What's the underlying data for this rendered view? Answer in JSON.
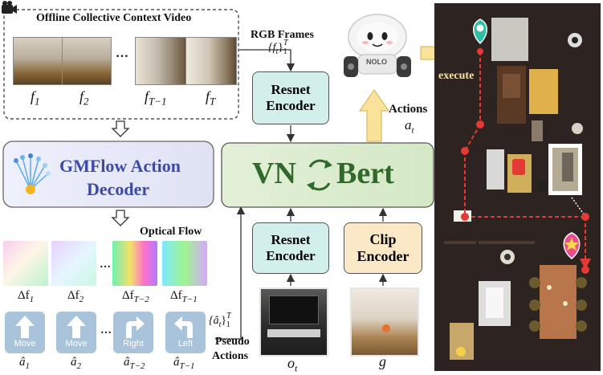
{
  "video_title": "Offline Collective Context Video",
  "frame_labels": [
    "f",
    "f",
    "f",
    "f"
  ],
  "frame_subs": [
    "1",
    "2",
    "T−1",
    "T"
  ],
  "ellipsis": "…",
  "rgb_frames_label": "RGB Frames",
  "rgb_frames_set": "{f",
  "rgb_frames_set_sub": "t",
  "rgb_frames_set_close": "}",
  "rgb_frames_set_sup": "T",
  "rgb_frames_set_low": "1",
  "decoder_label_line1": "GMFlow Action",
  "decoder_label_line2": "Decoder",
  "optical_flow_label": "Optical Flow",
  "flow_labels": [
    "Δf",
    "Δf",
    "Δf",
    "Δf"
  ],
  "flow_subs": [
    "1",
    "2",
    "T−2",
    "T−1"
  ],
  "pseudo_actions_line1": "Pseudo",
  "pseudo_actions_line2": "Actions",
  "pseudo_set": "{â",
  "pseudo_set_sub": "t",
  "pseudo_set_close": "}",
  "pseudo_set_sup": "T",
  "pseudo_set_low": "1",
  "action_buttons": [
    "Move",
    "Move",
    "Right",
    "Left"
  ],
  "action_symbols": [
    "â",
    "â",
    "â",
    "â"
  ],
  "action_subs": [
    "1",
    "2",
    "T−2",
    "T−1"
  ],
  "resnet_encoder_top": "Resnet Encoder",
  "resnet_encoder_bottom": "Resnet Encoder",
  "clip_encoder": "Clip Encoder",
  "vn_bert_left": "VN",
  "vn_bert_right": "Bert",
  "actions_label": "Actions",
  "actions_symbol": "a",
  "actions_sub": "t",
  "robot_badge": "NOLO",
  "execute_label": "execute",
  "obs_symbol": "o",
  "obs_sub": "t",
  "goal_symbol": "g",
  "colors": {
    "teal_box": "#d2efeb",
    "clip_box": "#fbe8c6",
    "vnbert_box": "#ddecd2",
    "decoder_box": "#e4e6f6",
    "decoder_text": "#3d4aa8",
    "vnbert_text": "#2f6a2a",
    "action_button": "#a8c3da",
    "yellow_arrow": "#f9e39a",
    "path_red": "#e53935",
    "pin_teal": "#2bbfa5",
    "pin_pink": "#ea4d8f"
  },
  "icons": [
    "camera-icon",
    "refresh-cycle-icon",
    "arrow-up-icon",
    "arrow-turn-right-icon",
    "arrow-turn-left-icon",
    "location-pin-icon",
    "star-pin-icon",
    "down-chevron-arrow-icon"
  ]
}
